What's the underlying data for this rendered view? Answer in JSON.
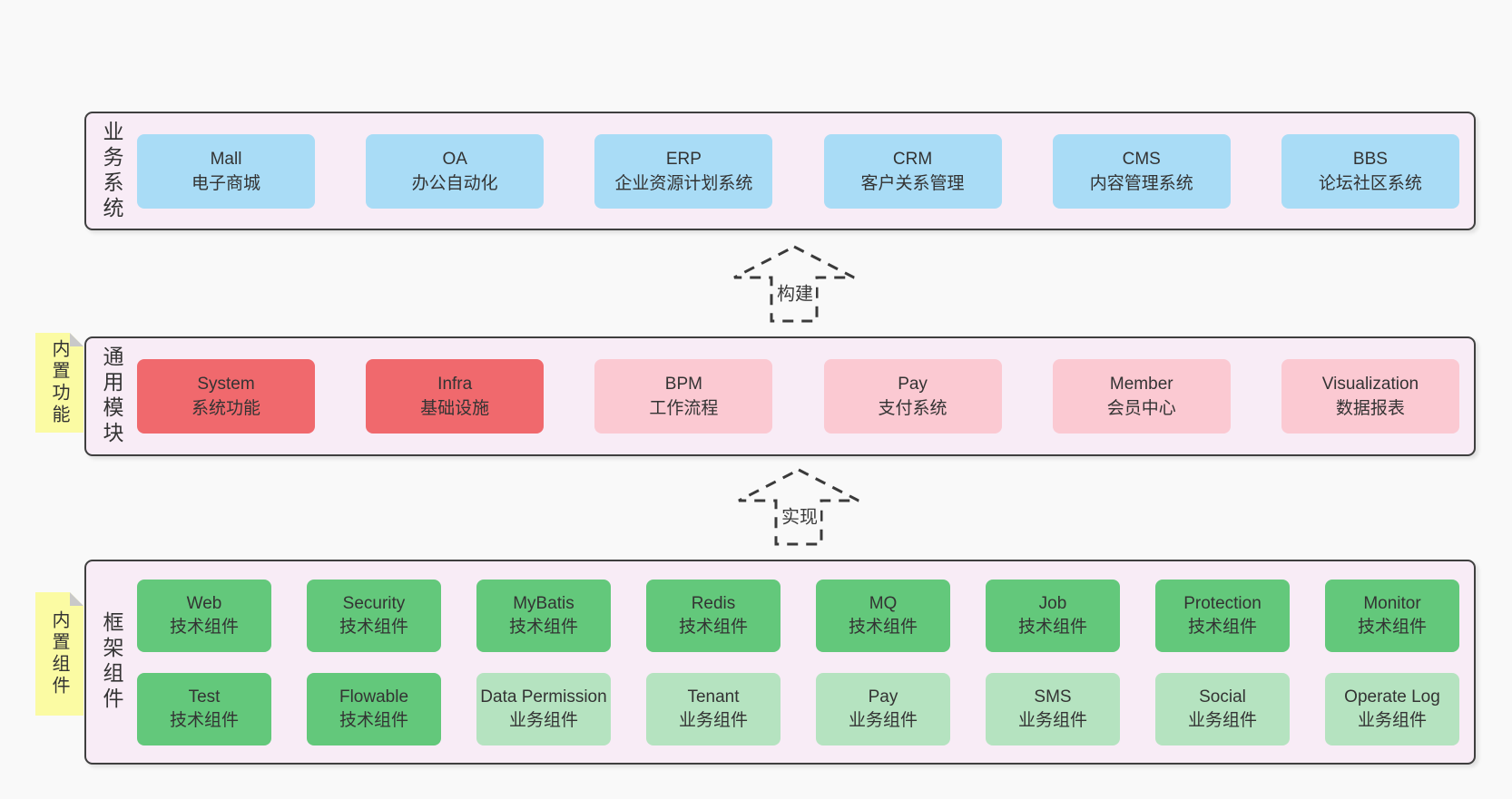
{
  "diagram": {
    "background": "#f9f9f9",
    "panel_fill": "#f8ecf6",
    "panel_border": "#3f3f3f"
  },
  "colors": {
    "blue": "#a9dcf6",
    "red": "#f0696d",
    "pink": "#fbc9d2",
    "green": "#63c87b",
    "light_green": "#b5e3c0",
    "sticky_yellow": "#fbfba3"
  },
  "arrows": [
    {
      "label": "构建"
    },
    {
      "label": "实现"
    }
  ],
  "layers": {
    "business": {
      "label": "业务系统",
      "boxes": [
        {
          "en": "Mall",
          "zh": "电子商城"
        },
        {
          "en": "OA",
          "zh": "办公自动化"
        },
        {
          "en": "ERP",
          "zh": "企业资源计划系统"
        },
        {
          "en": "CRM",
          "zh": "客户关系管理"
        },
        {
          "en": "CMS",
          "zh": "内容管理系统"
        },
        {
          "en": "BBS",
          "zh": "论坛社区系统"
        }
      ]
    },
    "modules": {
      "label": "通用模块",
      "sticky": "内置功能",
      "boxes": [
        {
          "en": "System",
          "zh": "系统功能",
          "variant": "red"
        },
        {
          "en": "Infra",
          "zh": "基础设施",
          "variant": "red"
        },
        {
          "en": "BPM",
          "zh": "工作流程",
          "variant": "pink"
        },
        {
          "en": "Pay",
          "zh": "支付系统",
          "variant": "pink"
        },
        {
          "en": "Member",
          "zh": "会员中心",
          "variant": "pink"
        },
        {
          "en": "Visualization",
          "zh": "数据报表",
          "variant": "pink"
        }
      ]
    },
    "components": {
      "label": "框架组件",
      "sticky": "内置组件",
      "row1": [
        {
          "en": "Web",
          "zh": "技术组件",
          "variant": "green"
        },
        {
          "en": "Security",
          "zh": "技术组件",
          "variant": "green"
        },
        {
          "en": "MyBatis",
          "zh": "技术组件",
          "variant": "green"
        },
        {
          "en": "Redis",
          "zh": "技术组件",
          "variant": "green"
        },
        {
          "en": "MQ",
          "zh": "技术组件",
          "variant": "green"
        },
        {
          "en": "Job",
          "zh": "技术组件",
          "variant": "green"
        },
        {
          "en": "Protection",
          "zh": "技术组件",
          "variant": "green"
        },
        {
          "en": "Monitor",
          "zh": "技术组件",
          "variant": "green"
        }
      ],
      "row2": [
        {
          "en": "Test",
          "zh": "技术组件",
          "variant": "green"
        },
        {
          "en": "Flowable",
          "zh": "技术组件",
          "variant": "green"
        },
        {
          "en": "Data Permission",
          "zh": "业务组件",
          "variant": "light_green"
        },
        {
          "en": "Tenant",
          "zh": "业务组件",
          "variant": "light_green"
        },
        {
          "en": "Pay",
          "zh": "业务组件",
          "variant": "light_green"
        },
        {
          "en": "SMS",
          "zh": "业务组件",
          "variant": "light_green"
        },
        {
          "en": "Social",
          "zh": "业务组件",
          "variant": "light_green"
        },
        {
          "en": "Operate Log",
          "zh": "业务组件",
          "variant": "light_green"
        }
      ]
    }
  }
}
